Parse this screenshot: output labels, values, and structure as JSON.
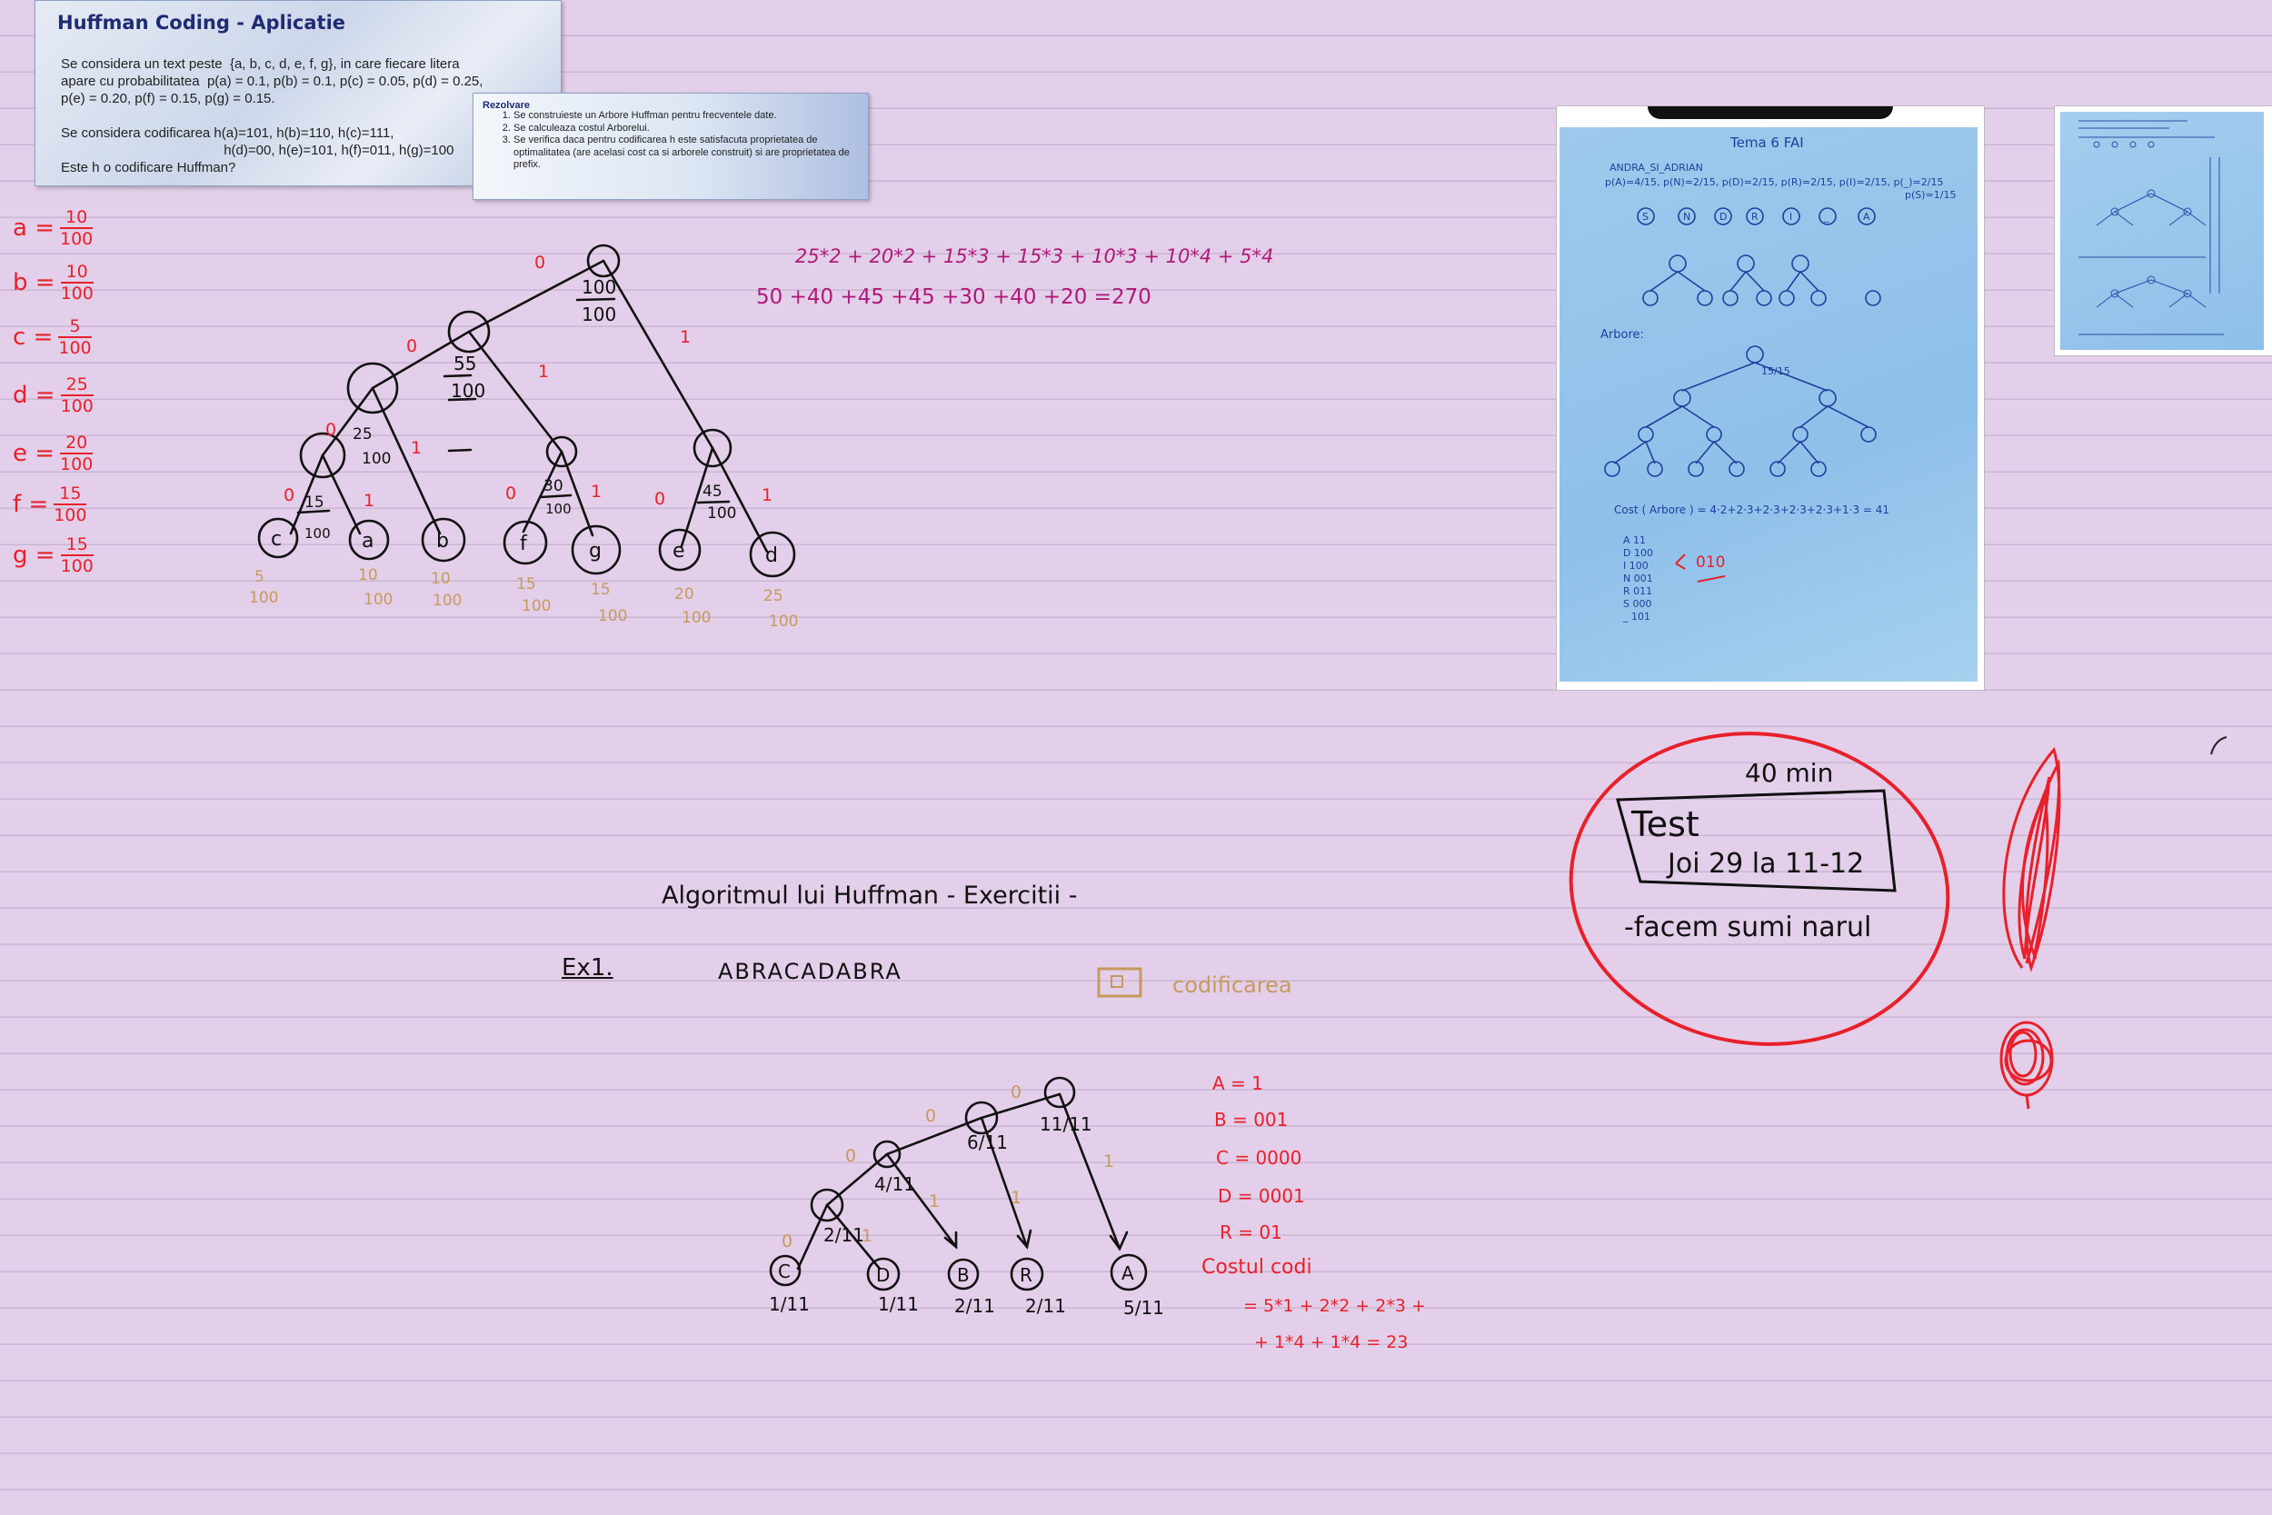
{
  "slide1": {
    "title": "Huffman Coding - Aplicatie",
    "line1": "Se considera un text peste  {a, b, c, d, e, f, g}, in care fiecare litera",
    "line2": "apare cu probabilitatea  p(a) = 0.1, p(b) = 0.1, p(c) = 0.05, p(d) = 0.25,",
    "line3": "p(e) = 0.20, p(f) = 0.15, p(g) = 0.15.",
    "line4": "Se considera codificarea h(a)=101, h(b)=110, h(c)=111,",
    "line5": "h(d)=00, h(e)=101, h(f)=011, h(g)=100",
    "line6": "Este h o codificare Huffman?"
  },
  "slide2": {
    "heading": "Rezolvare",
    "step1": "Se construieste un Arbore Huffman pentru frecventele date.",
    "step2": "Se calculeaza costul Arborelui.",
    "step3": "Se verifica daca pentru codificarea h este satisfacuta proprietatea de optimalitatea (are acelasi cost ca si arborele construit) si are proprietatea de prefix."
  },
  "probabilities": [
    {
      "letter": "a =",
      "num": "10",
      "den": "100"
    },
    {
      "letter": "b =",
      "num": "10",
      "den": "100"
    },
    {
      "letter": "c =",
      "num": "5",
      "den": "100"
    },
    {
      "letter": "d =",
      "num": "25",
      "den": "100"
    },
    {
      "letter": "e =",
      "num": "20",
      "den": "100"
    },
    {
      "letter": "f =",
      "num": "15",
      "den": "100"
    },
    {
      "letter": "g =",
      "num": "15",
      "den": "100"
    }
  ],
  "tree1": {
    "root": {
      "num": "100",
      "den": "100"
    },
    "n55": {
      "num": "55",
      "den": "100"
    },
    "n25": {
      "num": "25",
      "den": "100"
    },
    "n15": {
      "num": "15",
      "den": "100"
    },
    "n30": {
      "num": "30",
      "den": "100"
    },
    "n45": {
      "num": "45",
      "den": "100"
    },
    "edge_zero": "0",
    "edge_one": "1",
    "leaves": [
      {
        "letter": "c",
        "num": "5",
        "den": "100"
      },
      {
        "letter": "a",
        "num": "10",
        "den": "100"
      },
      {
        "letter": "b",
        "num": "10",
        "den": "100"
      },
      {
        "letter": "f",
        "num": "15",
        "den": "100"
      },
      {
        "letter": "g",
        "num": "15",
        "den": "100"
      },
      {
        "letter": "e",
        "num": "20",
        "den": "100"
      },
      {
        "letter": "d",
        "num": "25",
        "den": "100"
      }
    ]
  },
  "cost_line1": "25*2 + 20*2 + 15*3 + 15*3 + 10*3 + 10*4 + 5*4",
  "cost_line2": "50 +40 +45 +45 +30 +40 +20  =270",
  "photo_notes": {
    "title": "Tema 6 FAI",
    "name": "ANDRA_SI_ADRIAN",
    "probs": "p(A)=4/15, p(N)=2/15, p(D)=2/15, p(R)=2/15, p(I)=2/15, p(_)=2/15",
    "probs2": "p(S)=1/15",
    "leaf_labels": [
      "S",
      "N",
      "D",
      "R",
      "I",
      "_",
      "A"
    ],
    "arbore": "Arbore:",
    "root_val": "15/15",
    "cost": "Cost ( Arbore ) = 4·2+2·3+2·3+2·3+2·3+1·3 = 41",
    "codes": [
      "A 11",
      "D 100",
      "I 100",
      "N 001",
      "R 011",
      "S 000",
      "_ 101"
    ],
    "fix": "010"
  },
  "test_note": {
    "duration": "40 min",
    "title": "Test",
    "when": "Joi 29 la 11-12",
    "extra": "-facem sumi narul"
  },
  "exercise": {
    "heading": "Algoritmul lui Huffman - Exercitii -",
    "ex_label": "Ex1.",
    "word": "ABRACADABRA",
    "codificarea": "codificarea",
    "codes": [
      "A = 1",
      "B = 001",
      "C = 0000",
      "D = 0001",
      "R = 01"
    ],
    "cost_label": "Costul codi",
    "cost_line1": "= 5*1 + 2*2 + 2*3 +",
    "cost_line2": "+ 1*4 + 1*4  = 23"
  },
  "tree2": {
    "n2": "2/11",
    "n4": "4/11",
    "n6": "6/11",
    "root": "11/11",
    "edge_zero": "0",
    "edge_one": "1",
    "leaves": [
      {
        "letter": "C",
        "val": "1/11"
      },
      {
        "letter": "D",
        "val": "1/11"
      },
      {
        "letter": "B",
        "val": "2/11"
      },
      {
        "letter": "R",
        "val": "2/11"
      },
      {
        "letter": "A",
        "val": "5/11"
      }
    ]
  },
  "colors": {
    "background": "#e3cfe9",
    "red_ink": "#e8202a",
    "black_ink": "#111111",
    "tan_ink": "#c79a5e",
    "magenta_ink": "#b0197a",
    "slide_title": "#1f2c72"
  }
}
